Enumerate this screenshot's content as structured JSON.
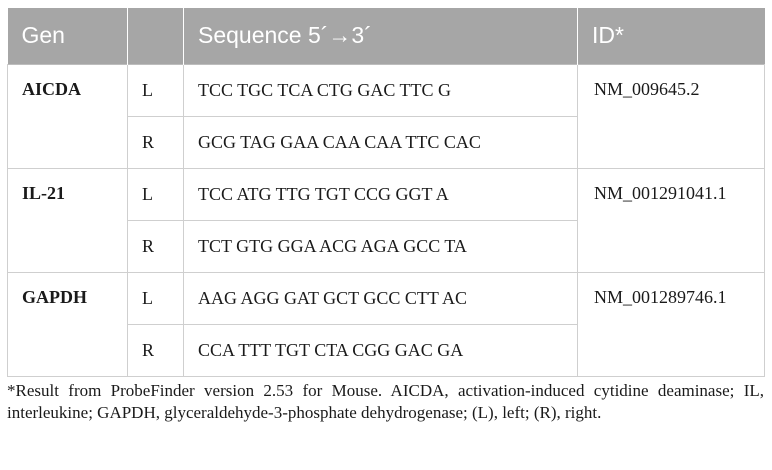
{
  "table": {
    "headers": {
      "gene": "Gen",
      "side": "",
      "sequence": "Sequence 5´→3´",
      "id": "ID*"
    },
    "rows": [
      {
        "gene": "AICDA",
        "id": "NM_009645.2",
        "primers": [
          {
            "side": "L",
            "sequence": "TCC TGC TCA CTG GAC TTC G"
          },
          {
            "side": "R",
            "sequence": "GCG TAG GAA CAA CAA TTC CAC"
          }
        ]
      },
      {
        "gene": "IL-21",
        "id": "NM_001291041.1",
        "primers": [
          {
            "side": "L",
            "sequence": "TCC ATG TTG TGT CCG GGT A"
          },
          {
            "side": "R",
            "sequence": "TCT GTG GGA ACG AGA GCC TA"
          }
        ]
      },
      {
        "gene": "GAPDH",
        "id": "NM_001289746.1",
        "primers": [
          {
            "side": "L",
            "sequence": "AAG AGG GAT GCT GCC CTT AC"
          },
          {
            "side": "R",
            "sequence": "CCA TTT TGT CTA CGG GAC GA"
          }
        ]
      }
    ]
  },
  "footnote": "*Result from ProbeFinder version 2.53 for Mouse. AICDA, activation-induced cytidine deaminase; IL, interleukine; GAPDH, glyceraldehyde-3-phosphate dehydrogenase; (L), left; (R), right."
}
